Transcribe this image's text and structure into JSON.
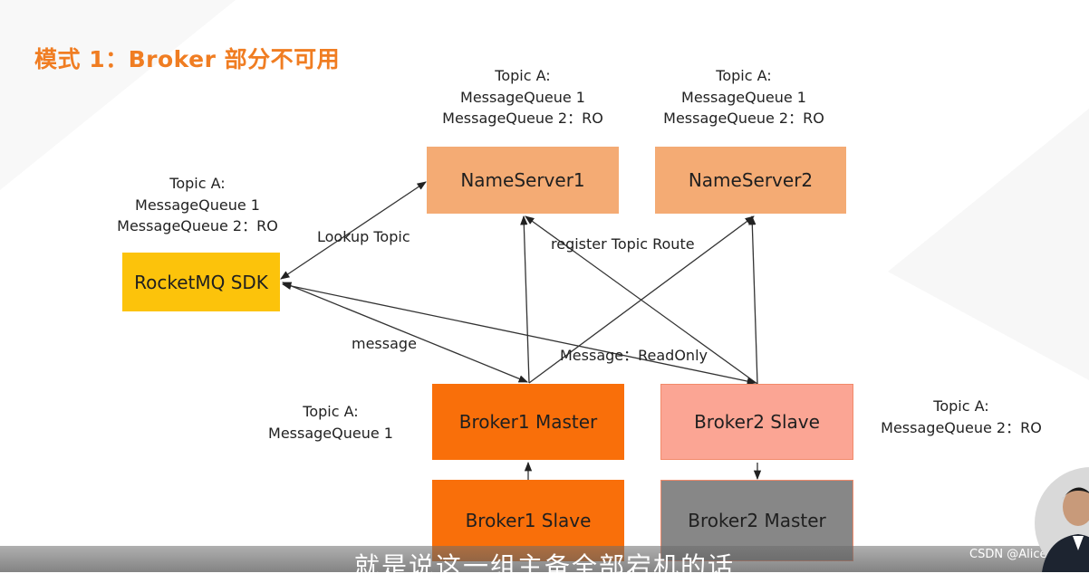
{
  "title": "模式 1：Broker 部分不可用",
  "notes": {
    "nameserver1": [
      "Topic A:",
      "MessageQueue 1",
      "MessageQueue 2：RO"
    ],
    "nameserver2": [
      "Topic A:",
      "MessageQueue 1",
      "MessageQueue 2：RO"
    ],
    "sdk": [
      "Topic A:",
      "MessageQueue 1",
      "MessageQueue 2：RO"
    ],
    "broker1": [
      "Topic A:",
      "MessageQueue 1"
    ],
    "broker2": [
      "Topic A:",
      "MessageQueue 2：RO"
    ]
  },
  "nodes": {
    "nameserver1": "NameServer1",
    "nameserver2": "NameServer2",
    "sdk": "RocketMQ SDK",
    "broker1_master": "Broker1 Master",
    "broker1_slave": "Broker1 Slave",
    "broker2_slave": "Broker2 Slave",
    "broker2_master": "Broker2 Master"
  },
  "edge_labels": {
    "lookup": "Lookup Topic",
    "register": "register Topic Route",
    "message": "message",
    "readonly": "Message：ReadOnly"
  },
  "colors": {
    "nameserver": "#f4ab74",
    "sdk": "#fcc30b",
    "broker_active": "#f96f0a",
    "broker2_slave": "#fba594",
    "broker2_master": "#878787",
    "title": "#f07d22"
  },
  "subtitle": "就是说这一组主备全部宕机的话",
  "watermark": "CSDN @Alice_whj"
}
